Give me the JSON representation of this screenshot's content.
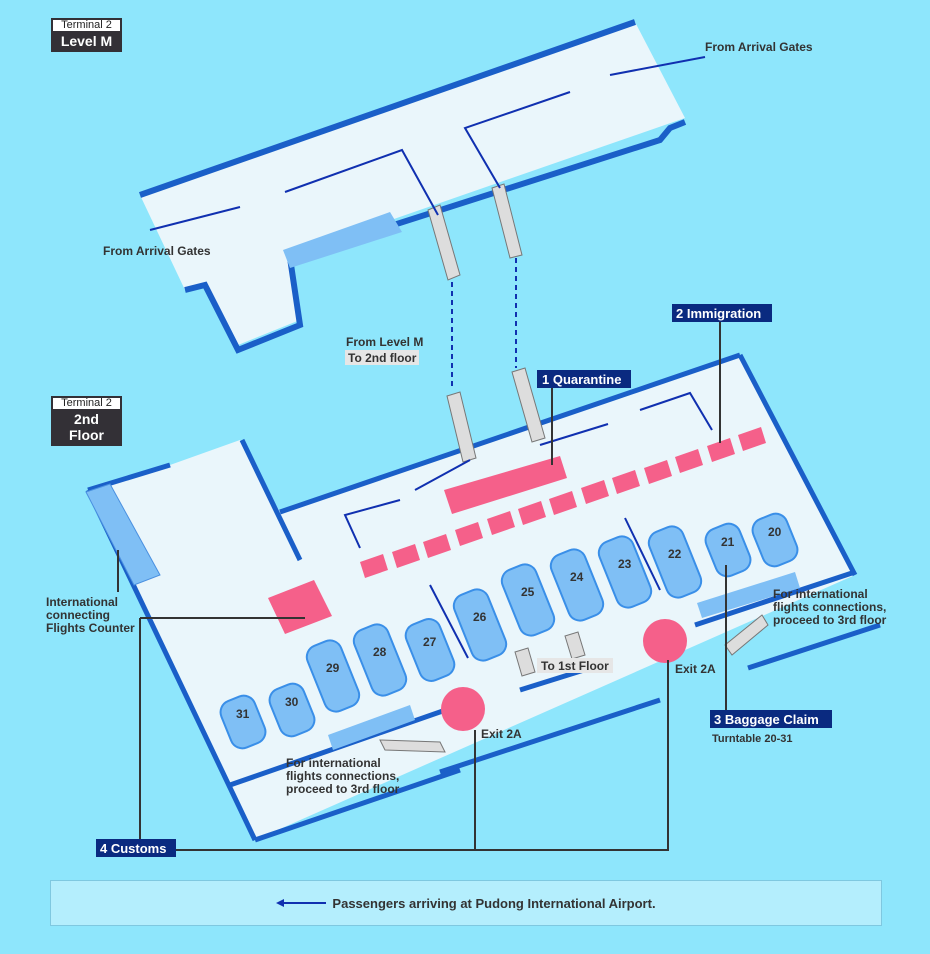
{
  "tags": [
    {
      "small": "Terminal 2",
      "big": "Level M"
    },
    {
      "small": "Terminal 2",
      "big": "2nd Floor"
    }
  ],
  "level_m": {
    "from_gates_right": "From  Arrival Gates",
    "from_gates_left": "From  Arrival Gates"
  },
  "from_level_m": "From  Level M",
  "to_2nd_floor": "To 2nd floor",
  "steps": [
    {
      "label": "1 Quarantine"
    },
    {
      "label": "2 Immigration"
    },
    {
      "label": "3 Baggage Claim",
      "sub": "Turntable 20-31"
    },
    {
      "label": "4 Customs"
    }
  ],
  "counter": "International\nconnecting\nFlights Counter",
  "counter_lines": [
    "International",
    "connecting",
    "Flights Counter"
  ],
  "carousels": [
    "20",
    "21",
    "22",
    "23",
    "24",
    "25",
    "26",
    "27",
    "28",
    "29",
    "30",
    "31"
  ],
  "exits": [
    "Exit 2A",
    "Exit 2A"
  ],
  "to_1st_floor": "To 1st Floor",
  "connections": [
    "For international",
    "flights connections,",
    "proceed to 3rd floor"
  ],
  "legend": "Passengers arriving at Pudong International Airport.",
  "colors": {
    "background": "#8ee6fc",
    "floor": "#eaf6fb",
    "wall": "#1a5fc8",
    "carousel": "#7fbff5",
    "desk": "#f5608a",
    "label": "#0a2a80",
    "route": "#1030b0"
  }
}
